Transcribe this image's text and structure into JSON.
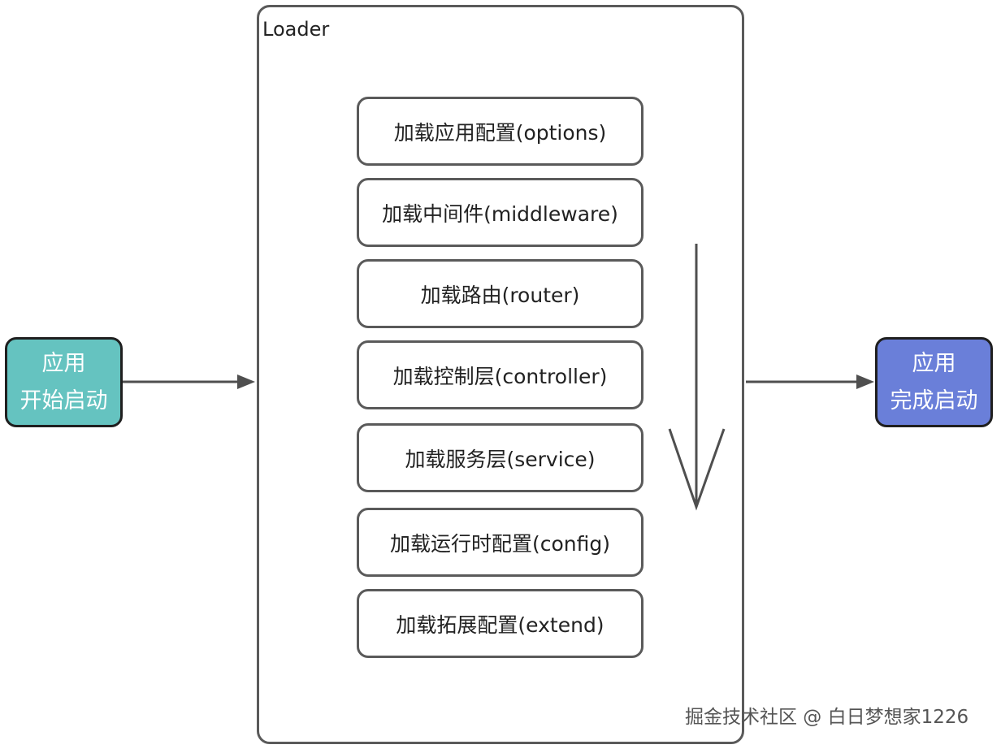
{
  "loader": {
    "title": "Loader",
    "steps": [
      "加载应用配置(options)",
      "加载中间件(middleware)",
      "加载路由(router)",
      "加载控制层(controller)",
      "加载服务层(service)",
      "加载运行时配置(config)",
      "加载拓展配置(extend)"
    ]
  },
  "start_node": {
    "line1": "应用",
    "line2": "开始启动",
    "color": "#65c3c0"
  },
  "done_node": {
    "line1": "应用",
    "line2": "完成启动",
    "color": "#6a7fd9"
  },
  "watermark": "掘金技术社区 @ 白日梦想家1226",
  "colors": {
    "stroke": "#5a5a5a",
    "arrow": "#4f4f4f"
  }
}
